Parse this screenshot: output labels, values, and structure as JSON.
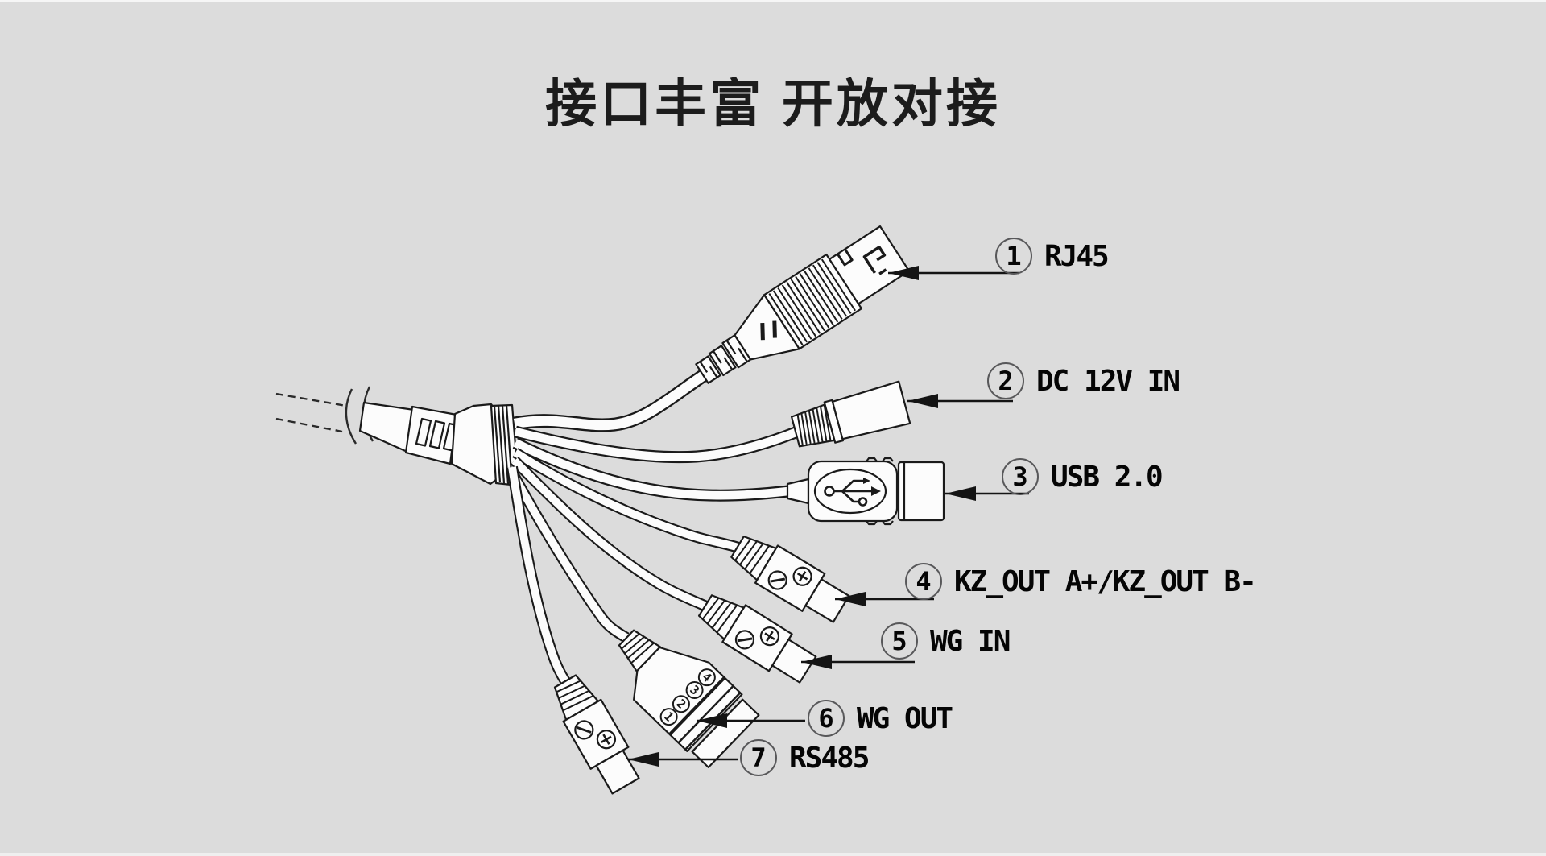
{
  "title": "接口丰富 开放对接",
  "colors": {
    "background": "#dcdcdc",
    "line_art": "#1a1a1a",
    "label_text": "#050505"
  },
  "diagram": {
    "description_labels": [
      {
        "number": "1",
        "name": "RJ45"
      },
      {
        "number": "2",
        "name": "DC 12V IN"
      },
      {
        "number": "3",
        "name": "USB 2.0"
      },
      {
        "number": "4",
        "name": "KZ_OUT A+/KZ_OUT B-"
      },
      {
        "number": "5",
        "name": "WG IN"
      },
      {
        "number": "6",
        "name": "WG OUT"
      },
      {
        "number": "7",
        "name": "RS485"
      }
    ],
    "wg_out_pin_numbers": [
      "1",
      "2",
      "3",
      "4"
    ]
  }
}
